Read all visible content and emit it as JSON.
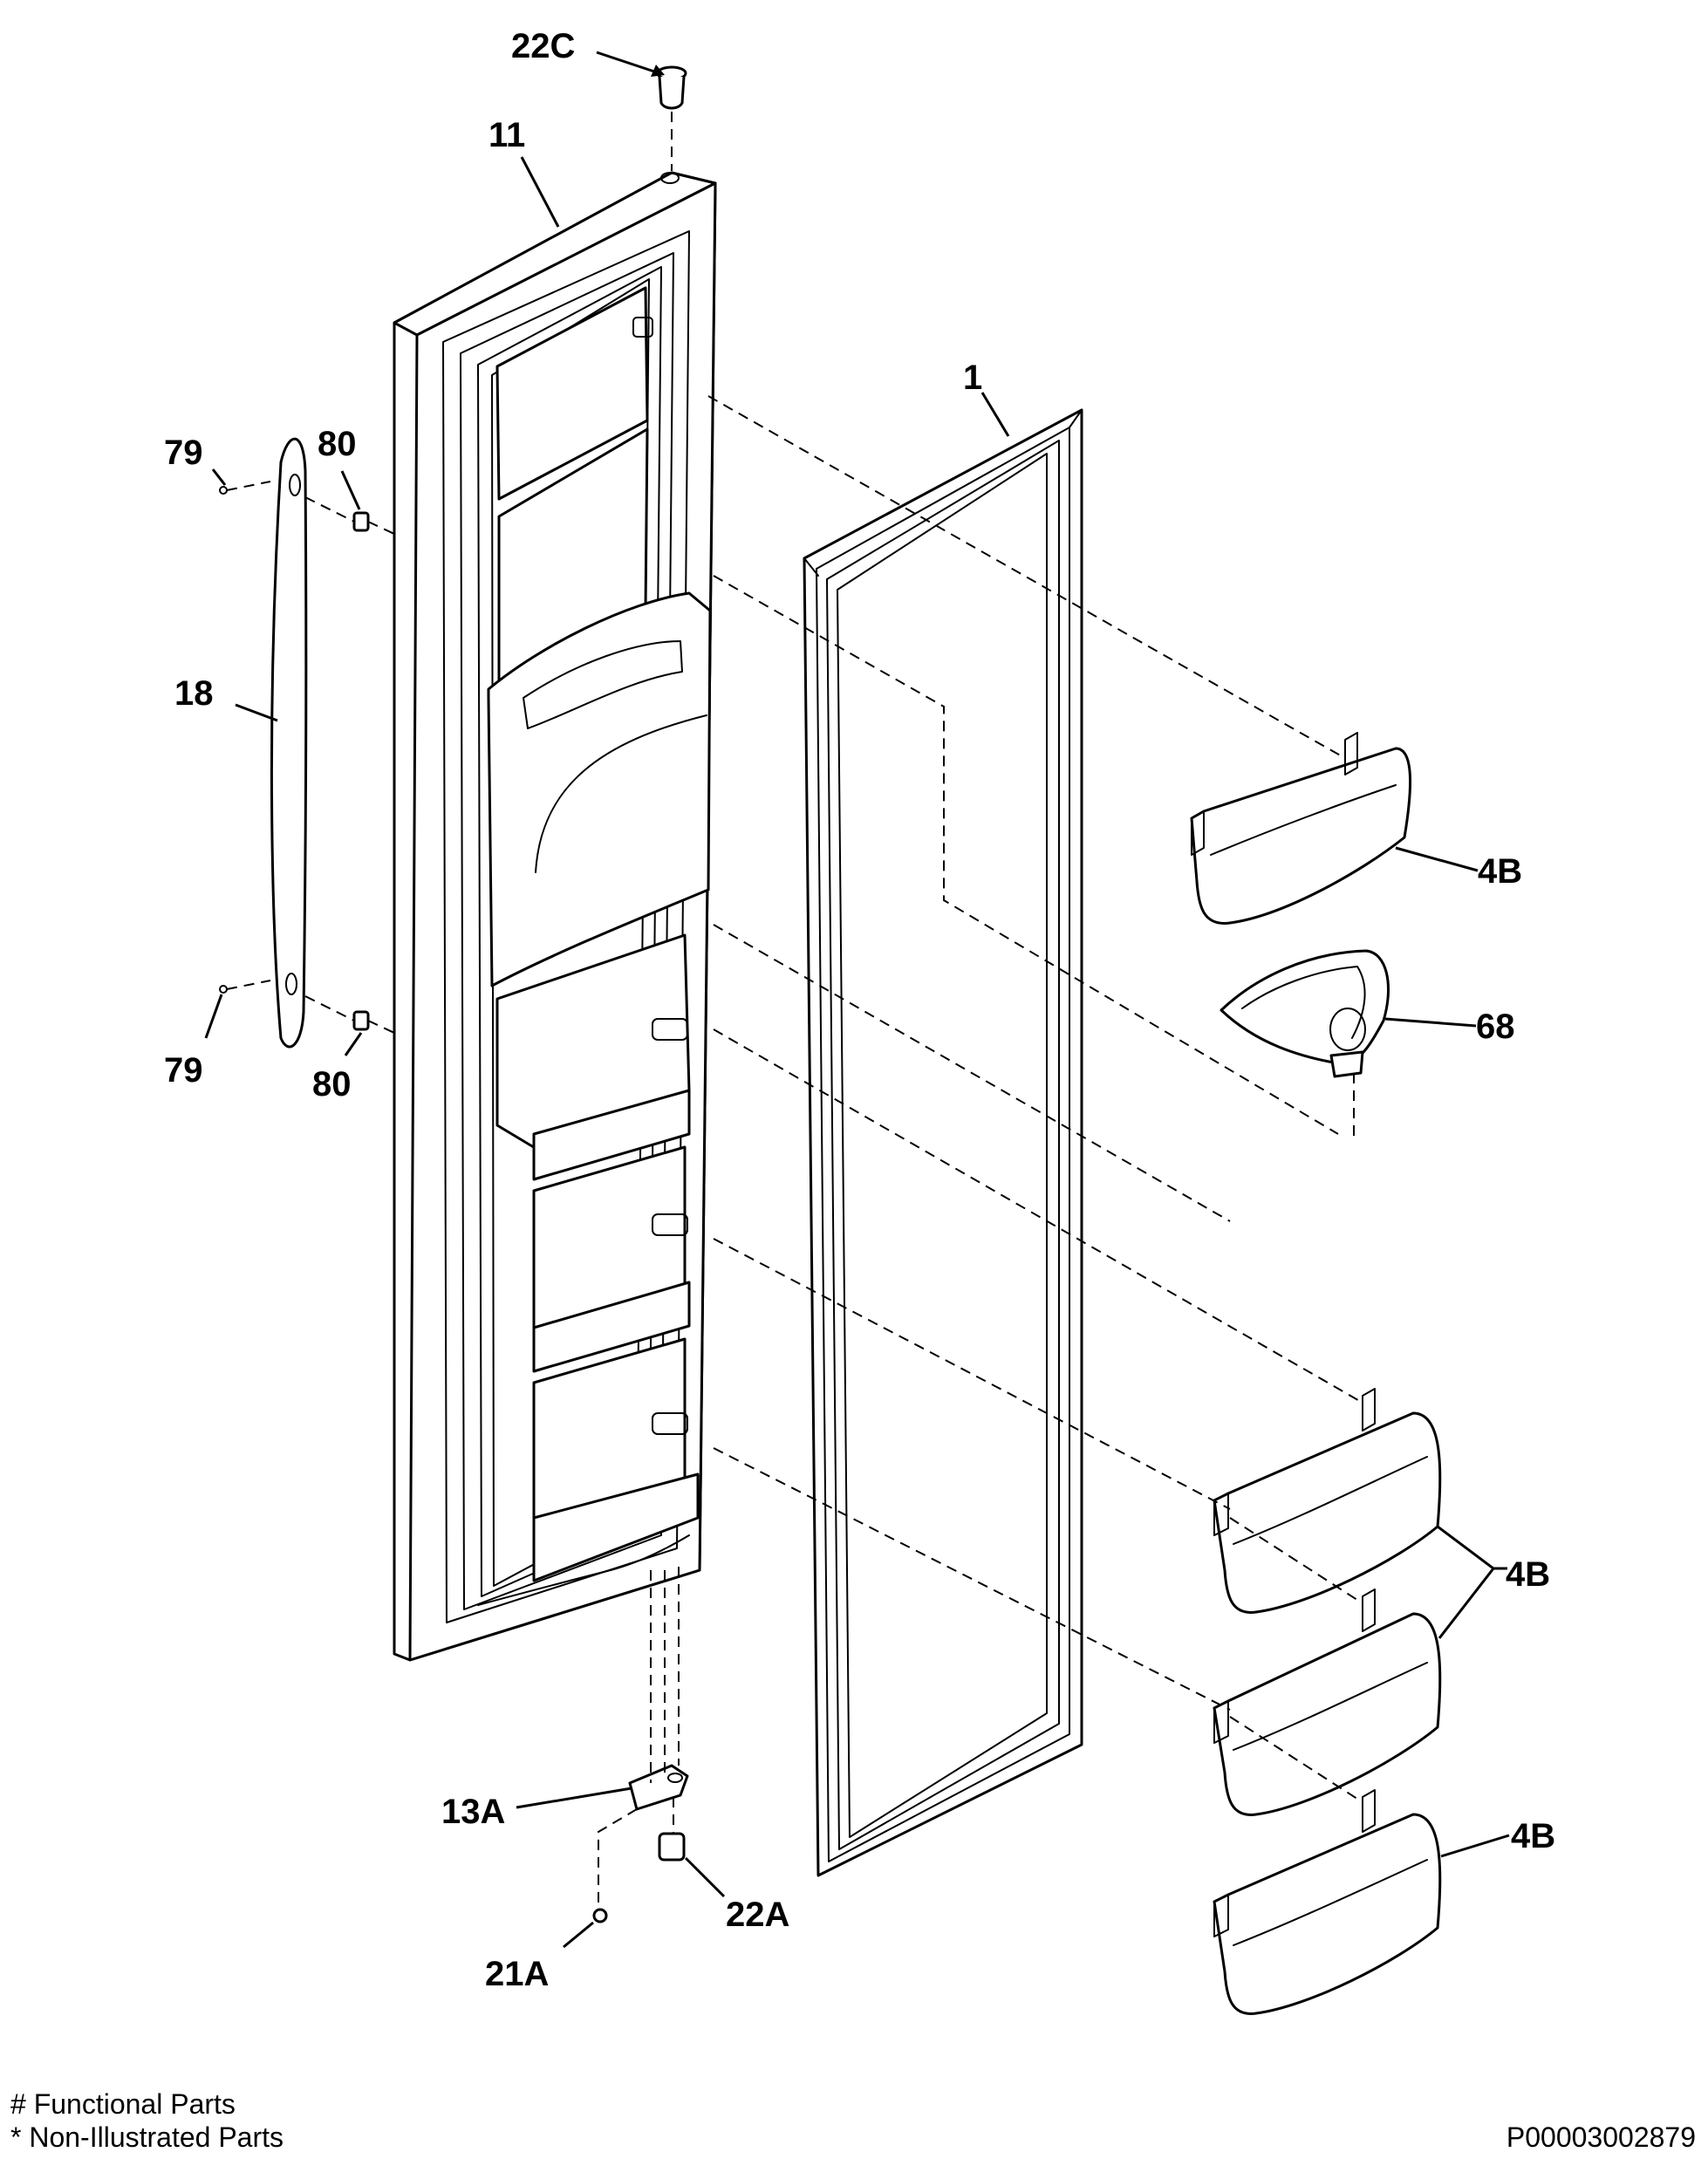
{
  "labels": {
    "p22c": "22C",
    "p11": "11",
    "p1": "1",
    "p79a": "79",
    "p80a": "80",
    "p18": "18",
    "p79b": "79",
    "p80b": "80",
    "p4b_top": "4B",
    "p68": "68",
    "p4b_mid": "4B",
    "p4b_bottom": "4B",
    "p13a": "13A",
    "p22a": "22A",
    "p21a": "21A"
  },
  "footer": {
    "functional": "# Functional Parts",
    "non_illustrated": "* Non-Illustrated Parts",
    "diagram_code": "P00003002879"
  }
}
